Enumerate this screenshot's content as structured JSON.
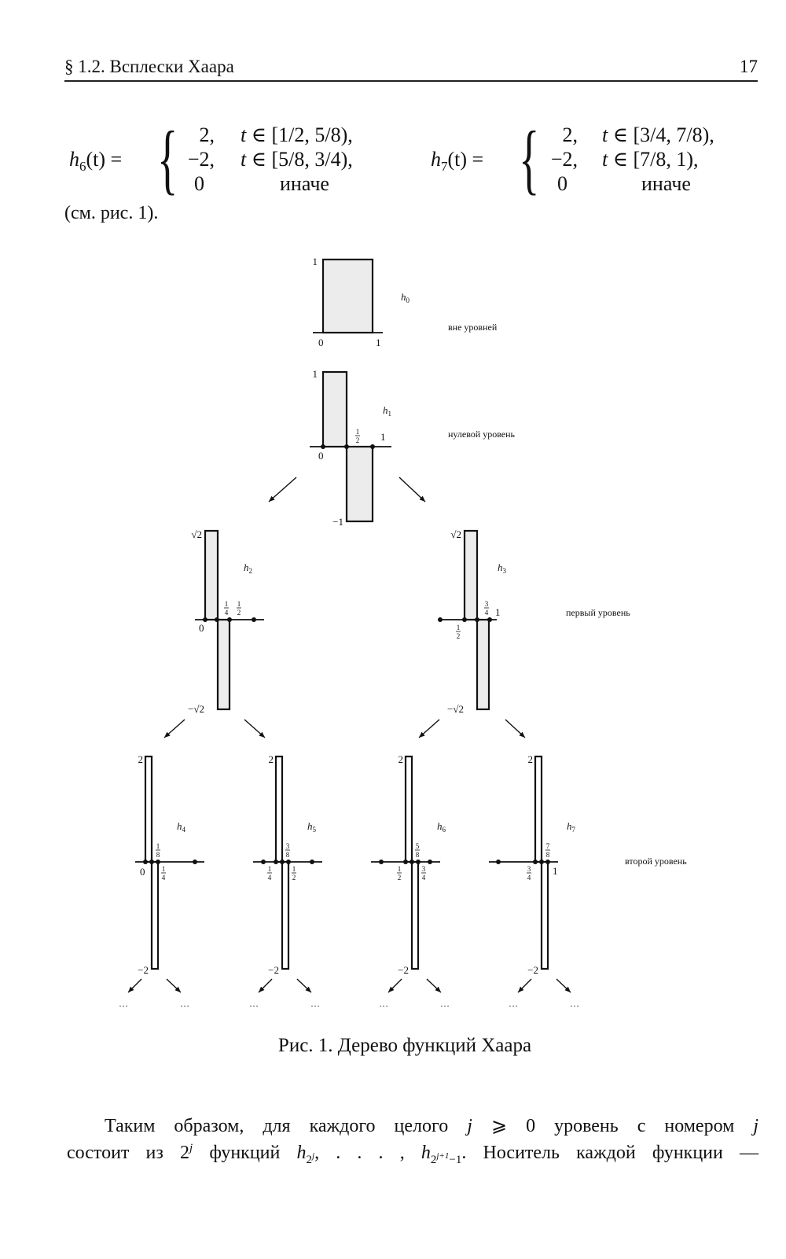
{
  "header": {
    "title": "§ 1.2. Всплески Хаара",
    "page_number": "17"
  },
  "formulas": [
    {
      "name": "h",
      "index": "6",
      "arg": "(t) =",
      "cases": [
        {
          "value": "2,",
          "cond_var": "t",
          "cond": " ∈ [1/2, 5/8),"
        },
        {
          "value": "−2,",
          "cond_var": "t",
          "cond": " ∈ [5/8, 3/4),"
        },
        {
          "value": "0",
          "cond_var": "",
          "cond": "иначе"
        }
      ]
    },
    {
      "name": "h",
      "index": "7",
      "arg": "(t) =",
      "cases": [
        {
          "value": "2,",
          "cond_var": "t",
          "cond": " ∈ [3/4, 7/8),"
        },
        {
          "value": "−2,",
          "cond_var": "t",
          "cond": " ∈ [7/8, 1),"
        },
        {
          "value": "0",
          "cond_var": "",
          "cond": "иначе"
        }
      ]
    }
  ],
  "reference": "(см. рис. 1).",
  "figure": {
    "levels": [
      "вне уровней",
      "нулевой уровень",
      "первый уровень",
      "второй уровень"
    ],
    "ellipsis": "…",
    "functions": [
      {
        "name": "h",
        "index": "0",
        "labels": [
          "1",
          "0",
          "1"
        ],
        "fractions": []
      },
      {
        "name": "h",
        "index": "1",
        "labels": [
          "1",
          "0",
          "1",
          "−1"
        ],
        "fractions": [
          {
            "n": "1",
            "d": "2"
          }
        ]
      },
      {
        "name": "h",
        "index": "2",
        "labels": [
          "√2",
          "0",
          "−√2"
        ],
        "fractions": [
          {
            "n": "1",
            "d": "4"
          },
          {
            "n": "1",
            "d": "2"
          }
        ]
      },
      {
        "name": "h",
        "index": "3",
        "labels": [
          "√2",
          "1",
          "−√2"
        ],
        "fractions": [
          {
            "n": "1",
            "d": "2"
          },
          {
            "n": "3",
            "d": "4"
          }
        ]
      },
      {
        "name": "h",
        "index": "4",
        "labels": [
          "2",
          "0",
          "−2"
        ],
        "fractions": [
          {
            "n": "1",
            "d": "8"
          },
          {
            "n": "1",
            "d": "4"
          }
        ]
      },
      {
        "name": "h",
        "index": "5",
        "labels": [
          "2",
          "−2"
        ],
        "fractions": [
          {
            "n": "1",
            "d": "4"
          },
          {
            "n": "3",
            "d": "8"
          },
          {
            "n": "1",
            "d": "2"
          }
        ]
      },
      {
        "name": "h",
        "index": "6",
        "labels": [
          "2",
          "−2"
        ],
        "fractions": [
          {
            "n": "1",
            "d": "2"
          },
          {
            "n": "5",
            "d": "8"
          },
          {
            "n": "3",
            "d": "4"
          }
        ]
      },
      {
        "name": "h",
        "index": "7",
        "labels": [
          "2",
          "1",
          "−2"
        ],
        "fractions": [
          {
            "n": "3",
            "d": "4"
          },
          {
            "n": "7",
            "d": "8"
          }
        ]
      }
    ]
  },
  "caption": "Рис. 1. Дерево функций Хаара",
  "paragraph": {
    "line1": {
      "a": "Таким образом, для каждого целого ",
      "j": "j",
      "b": " ⩾ 0 уровень с номером ",
      "j2": "j"
    },
    "line2": {
      "a": "состоит из 2",
      "sup": "j",
      "b": " функций ",
      "h": "h",
      "sub1": "2",
      "sub1sup": "j",
      "c": ", . . . , ",
      "h2": "h",
      "sub2": "2",
      "sub2sup": "j+1",
      "sub2tail": "−1",
      "d": ". Носитель каждой функции —"
    }
  }
}
